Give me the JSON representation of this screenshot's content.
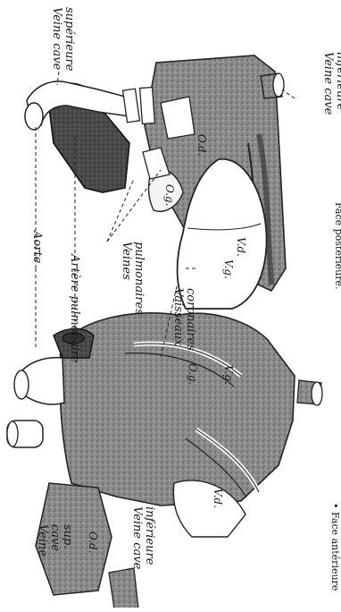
{
  "labels": {
    "veine_cave_superieure_top": [
      "Veine cave",
      "supérieure"
    ],
    "veine_cave_inferieure_top": [
      "Veine cave",
      "inférieure"
    ],
    "aorte": "Aorte",
    "artere_pulmonaire": "Artère pulmonaire",
    "veines_pulmonaires": [
      "Veines",
      "pulmonaires"
    ],
    "vaisseaux_coronaires": [
      "Vaisseaux",
      "coronaires"
    ],
    "veine_cave_sup_bottom": [
      "Veine",
      "cave",
      "sup."
    ],
    "veine_cave_inferieure_bottom": [
      "Veine cave",
      "inférieure"
    ]
  },
  "chambers": {
    "od": "O.d.",
    "vd": "V.d.",
    "og": "O.g.",
    "vg": "V.g."
  },
  "captions": {
    "posterior": "Face postérieure.",
    "anterior": "Face antérieure"
  },
  "bullet": "•"
}
